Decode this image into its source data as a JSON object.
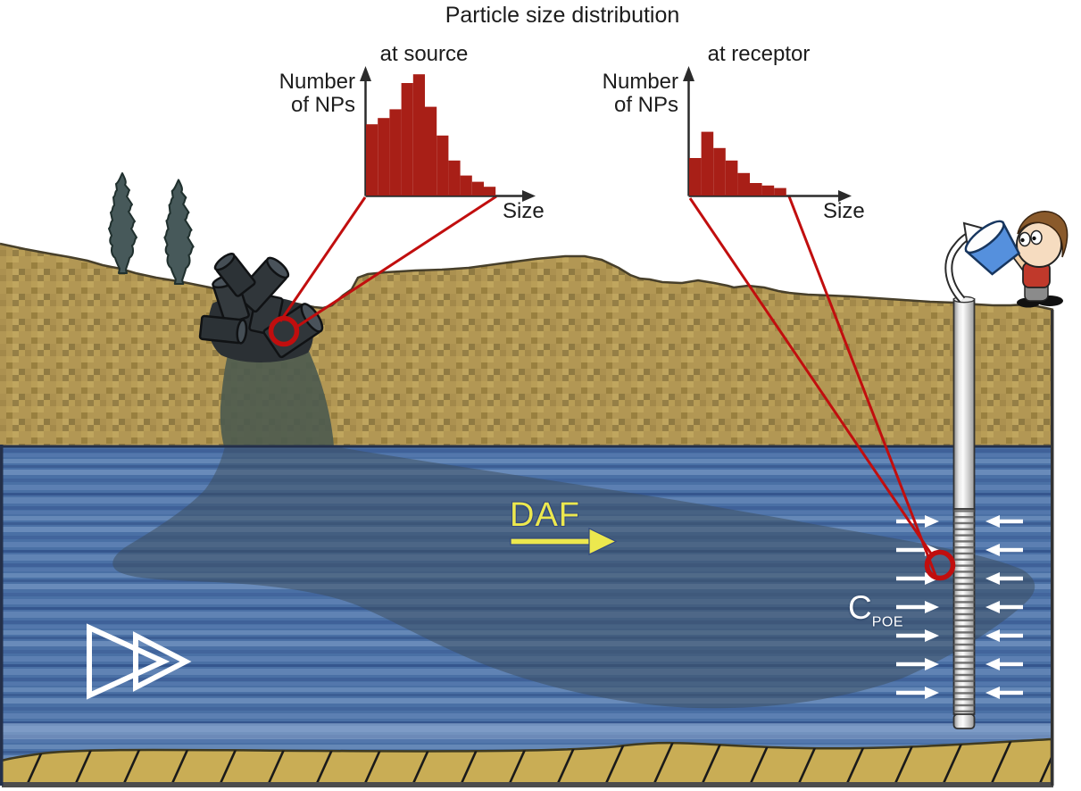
{
  "title": "Particle size distribution",
  "axis_labels": {
    "y_line1": "Number",
    "y_line2": "of NPs",
    "x": "Size"
  },
  "annotations": {
    "daf": "DAF",
    "cpoe_main": "C",
    "cpoe_sub": "POE"
  },
  "chart_data": [
    {
      "type": "bar",
      "title": "at source",
      "xlabel": "Size",
      "ylabel": "Number of NPs",
      "values": [
        0.57,
        0.62,
        0.69,
        0.9,
        0.97,
        0.71,
        0.48,
        0.28,
        0.16,
        0.11,
        0.07
      ],
      "ylim": [
        0,
        1
      ],
      "grid": false,
      "bar_color": "#a81f17"
    },
    {
      "type": "bar",
      "title": "at receptor",
      "xlabel": "Size",
      "ylabel": "Number of NPs",
      "values": [
        0.3,
        0.51,
        0.38,
        0.28,
        0.18,
        0.1,
        0.08,
        0.06
      ],
      "ylim": [
        0,
        1
      ],
      "grid": false,
      "bar_color": "#a81f17"
    }
  ],
  "well": {
    "flow_arrow_rows_per_side": 7
  },
  "colors": {
    "histogram_red": "#a81f17",
    "callout_red": "#c10e0e",
    "axis_black": "#2b2b2b",
    "water_blue": "#4a70a5",
    "plume_gray": "#3d4f5e",
    "soil_tan": "#b29754",
    "bedrock_tan": "#c9ad55",
    "daf_yellow": "#ece84e",
    "arrow_white": "#ffffff",
    "bucket_blue": "#5590dd",
    "shirt_red": "#c0392b",
    "tree_green": "#47595a",
    "text_black": "#1c1c1c"
  }
}
